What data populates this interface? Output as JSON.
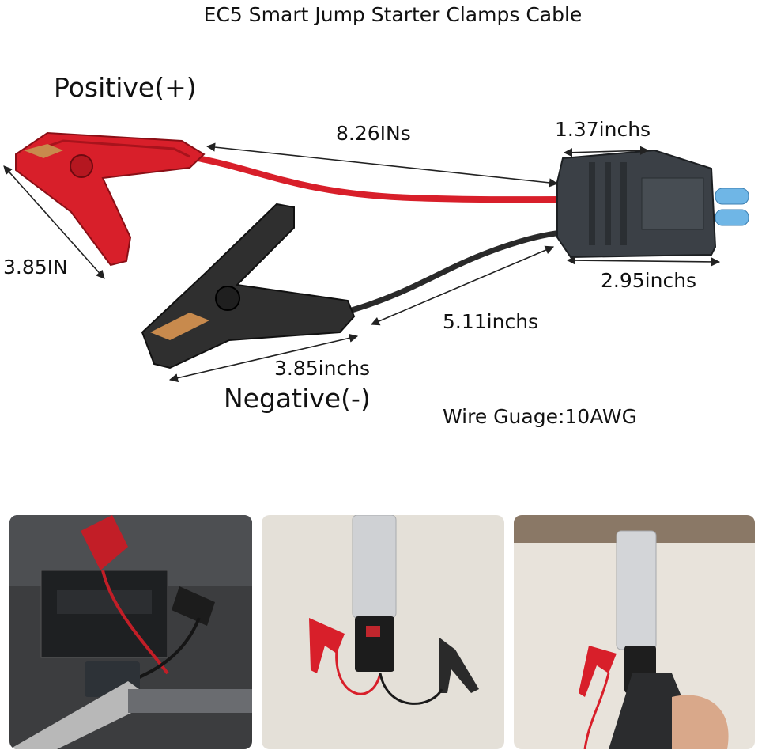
{
  "title": "EC5 Smart Jump Starter Clamps Cable",
  "labels": {
    "positive": "Positive(+)",
    "negative": "Negative(-)",
    "wire_gauge": "Wire Guage:10AWG"
  },
  "dimensions": {
    "positive_cable": "8.26INs",
    "connector_width": "1.37inchs",
    "connector_length": "2.95inchs",
    "negative_cable": "5.11inchs",
    "negative_clamp": "3.85inchs",
    "positive_clamp": "3.85IN"
  },
  "colors": {
    "positive": "#d81f2a",
    "negative": "#2a2a2a",
    "connector": "#3b4046",
    "plug": "#6fb6e6"
  }
}
